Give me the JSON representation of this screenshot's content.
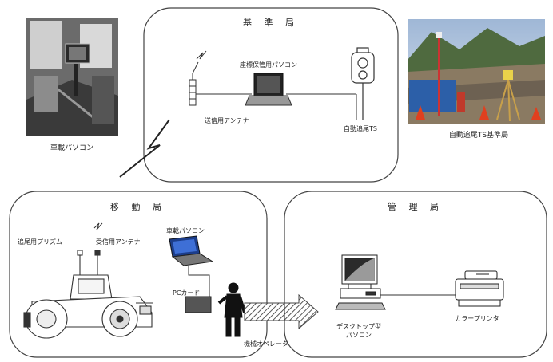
{
  "stations": {
    "base": {
      "title": "基 準 局"
    },
    "mobile": {
      "title": "移 動 局"
    },
    "management": {
      "title": "管 理 局"
    }
  },
  "labels": {
    "coord_pc": "座標保管用パソコン",
    "tx_antenna": "送信用アンテナ",
    "auto_ts": "自動追尾TS",
    "photo_car_pc": "車載パソコン",
    "photo_ts_base": "自動追尾TS基準局",
    "tracking_prism": "追尾用プリズム",
    "rx_antenna": "受信用アンテナ",
    "mobile_car_pc": "車載パソコン",
    "pc_card": "PCカード",
    "operator": "機械オペレータ",
    "desktop_pc_line1": "デスクトップ型",
    "desktop_pc_line2": "パソコン",
    "color_printer": "カラープリンタ"
  },
  "colors": {
    "stroke": "#333333",
    "box_border": "#444444",
    "arrow_hatch": "#555555"
  }
}
